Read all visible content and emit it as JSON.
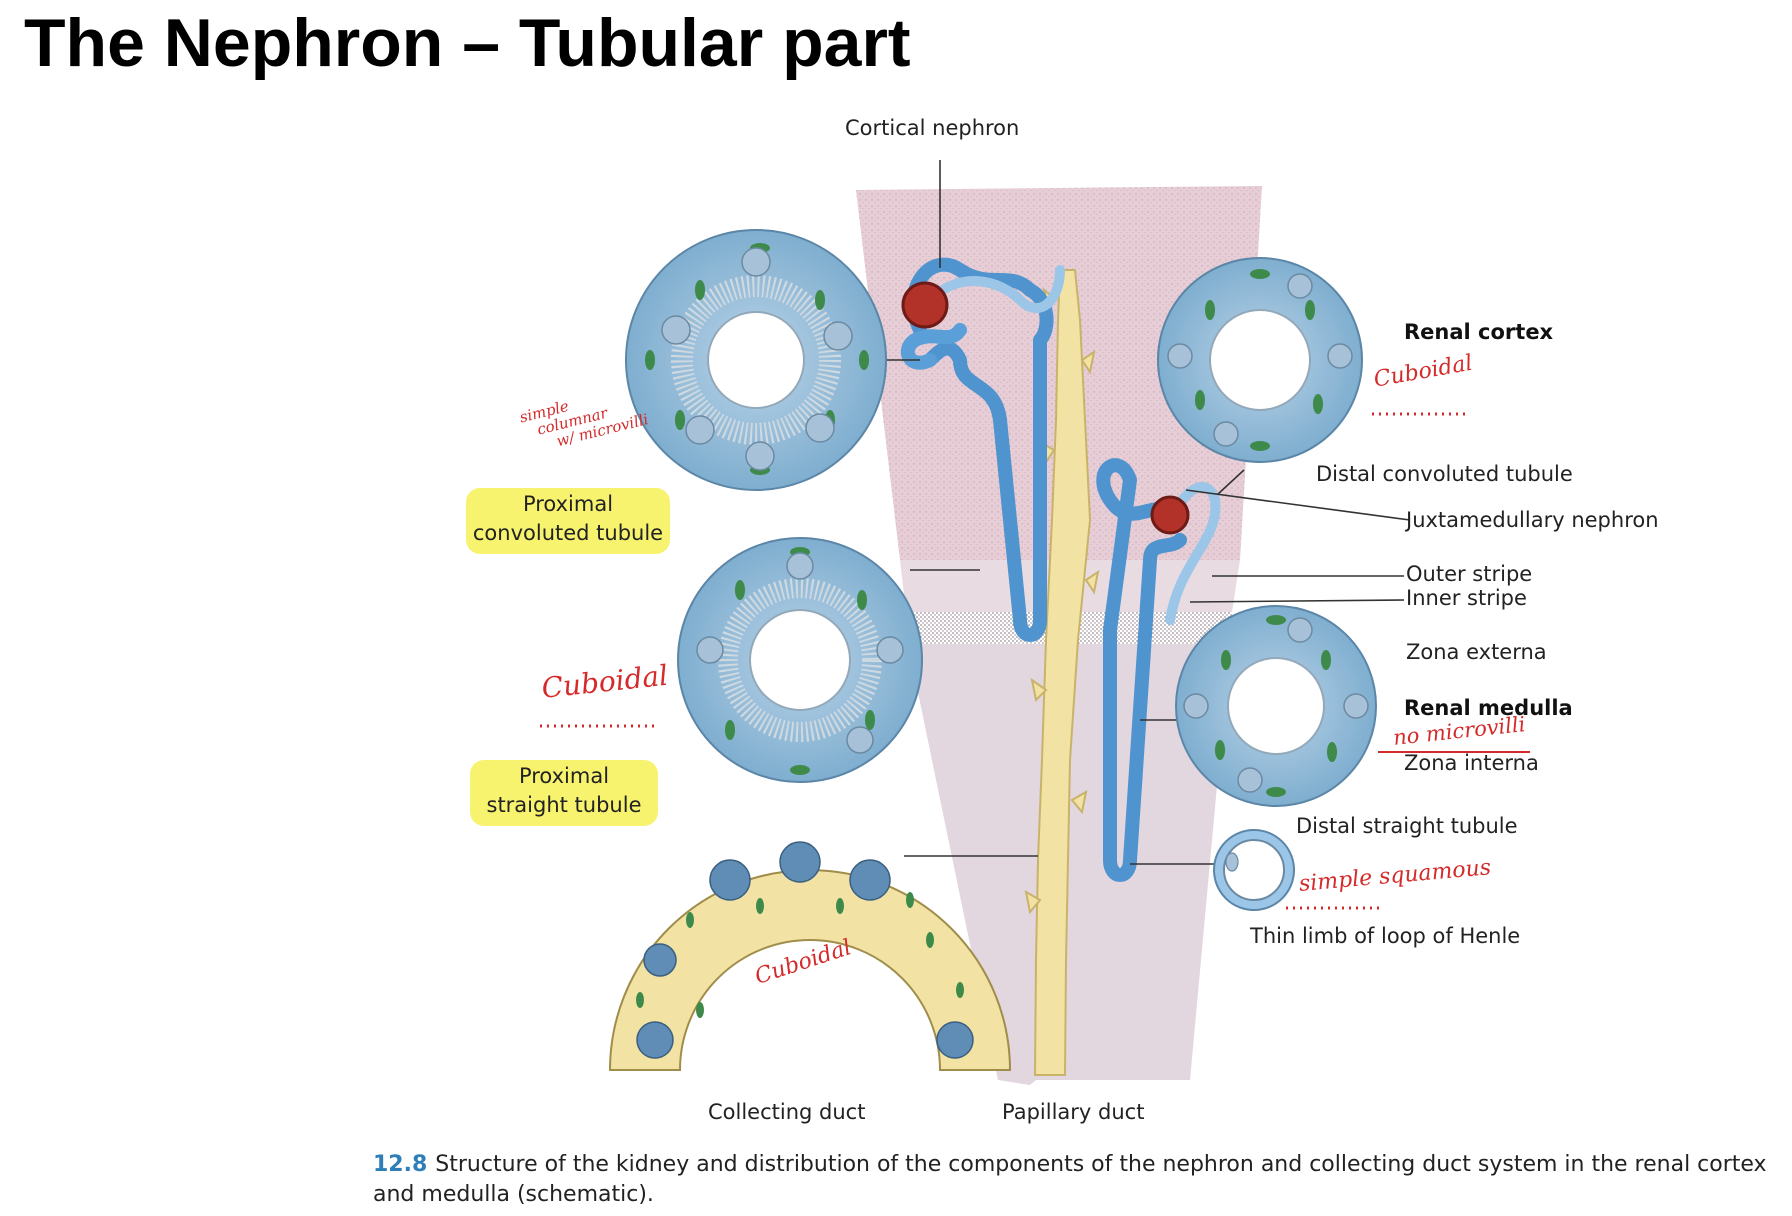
{
  "title": "The Nephron – Tubular part",
  "labels": {
    "cortical_nephron": "Cortical nephron",
    "renal_cortex": "Renal cortex",
    "distal_convoluted_tubule": "Distal convoluted tubule",
    "juxtamedullary_nephron": "Juxtamedullary nephron",
    "outer_stripe": "Outer stripe",
    "inner_stripe": "Inner stripe",
    "zona_externa": "Zona externa",
    "renal_medulla": "Renal medulla",
    "zona_interna": "Zona interna",
    "distal_straight_tubule": "Distal straight tubule",
    "thin_limb": "Thin limb of loop of Henle",
    "proximal_convoluted_1": "Proximal",
    "proximal_convoluted_2": "convoluted tubule",
    "proximal_straight_1": "Proximal",
    "proximal_straight_2": "straight tubule",
    "collecting_duct": "Collecting duct",
    "papillary_duct": "Papillary duct"
  },
  "annotations": {
    "simple_columnar_1": "simple",
    "simple_columnar_2": "columnar",
    "simple_columnar_3": "w/ microvilli",
    "cuboidal_top": "Cuboidal",
    "cuboidal_left": "Cuboidal",
    "no_microvilli": "no microvilli",
    "simple_squamous": "simple squamous",
    "cuboidal_bottom": "Cuboidal"
  },
  "caption": {
    "number": "12.8",
    "text": "Structure of the kidney and distribution of the components of the nephron and collecting duct system in the renal cortex and medulla (schematic)."
  },
  "colors": {
    "cortex": "#e6cdd6",
    "medulla": "#e2d6df",
    "tubule": "#5a9fd8",
    "collecting_duct": "#f2e3a4",
    "highlight": "#f7f36e",
    "annotation": "#d42a2a"
  }
}
